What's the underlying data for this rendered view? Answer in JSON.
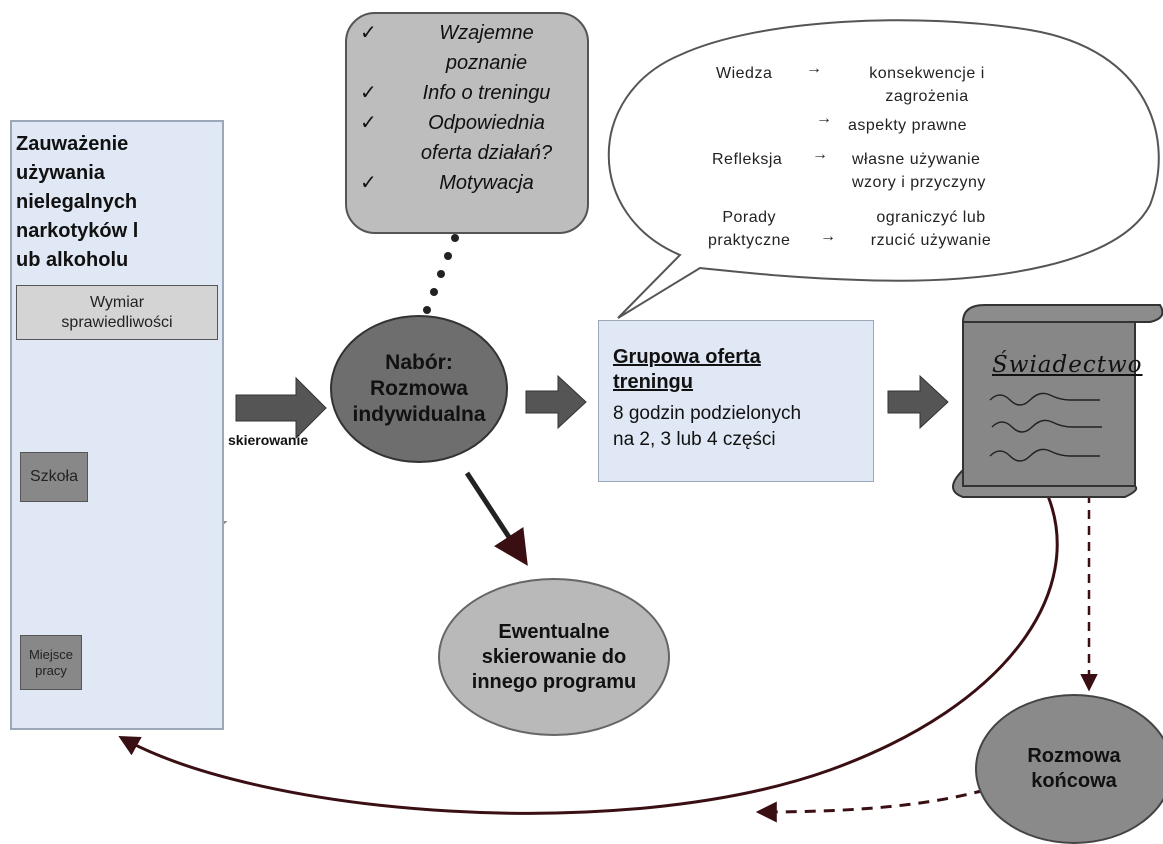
{
  "left_panel": {
    "title": "Zauważenie\nużywania\nnielegalnych\nnarkotyków l\nub alkoholu",
    "sources": [
      {
        "label": "Wymiar\nsprawiedliwości"
      },
      {
        "label": "Szkoła"
      },
      {
        "label": "Miejsce\npracy"
      }
    ]
  },
  "checklist": {
    "mark": "✓",
    "items": [
      "Wzajemne\npoznanie",
      "Info o treningu",
      "Odpowiednia\noferta działań?",
      "Motywacja"
    ]
  },
  "overview": {
    "arrow": "→",
    "wiedza_label": "Wiedza",
    "wiedza_item_1": "konsekwencje i\nzagrożenia",
    "wiedza_item_2": "aspekty prawne",
    "refleksja_label": "Refleksja",
    "refleksja_item": "własne używanie\nwzory i przyczyny",
    "porady_label": "Porady\npraktyczne",
    "porady_item": "ograniczyć lub\nrzucić używanie"
  },
  "arrow_label": "skierowanie",
  "recruitment": "Nabór:\nRozmowa\nindywidualna",
  "group_offer": {
    "title": "Grupowa oferta\ntreningu",
    "description": "8 godzin podzielonych\nna 2, 3 lub 4 części"
  },
  "certificate": {
    "title": "Świadectwo"
  },
  "referral": "Ewentualne\nskierowanie do\ninnego programu",
  "final_interview": "Rozmowa\nkońcowa"
}
